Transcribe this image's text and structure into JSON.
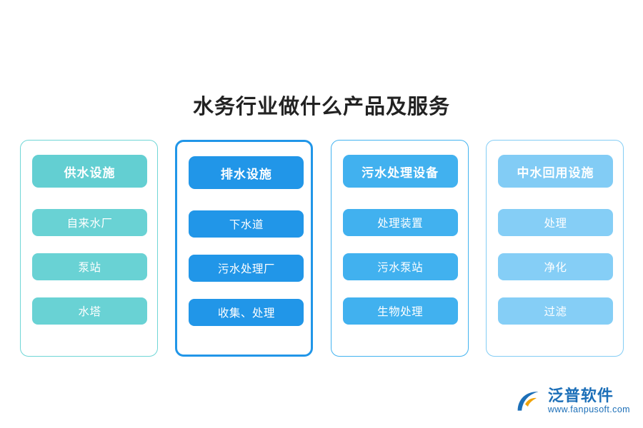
{
  "page": {
    "title": "水务行业做什么产品及服务",
    "background": "#ffffff"
  },
  "columns": [
    {
      "header": "供水设施",
      "accent": "#63cfd2",
      "items": [
        "自来水厂",
        "泵站",
        "水塔"
      ]
    },
    {
      "header": "排水设施",
      "accent": "#2196e8",
      "items": [
        "下水道",
        "污水处理厂",
        "收集、处理"
      ]
    },
    {
      "header": "污水处理设备",
      "accent": "#41b1ef",
      "items": [
        "处理装置",
        "污水泵站",
        "生物处理"
      ]
    },
    {
      "header": "中水回用设施",
      "accent": "#82ccf5",
      "items": [
        "处理",
        "净化",
        "过滤"
      ]
    }
  ],
  "logo": {
    "name": "泛普软件",
    "url": "www.fanpusoft.com",
    "color": "#1c6fb8"
  }
}
